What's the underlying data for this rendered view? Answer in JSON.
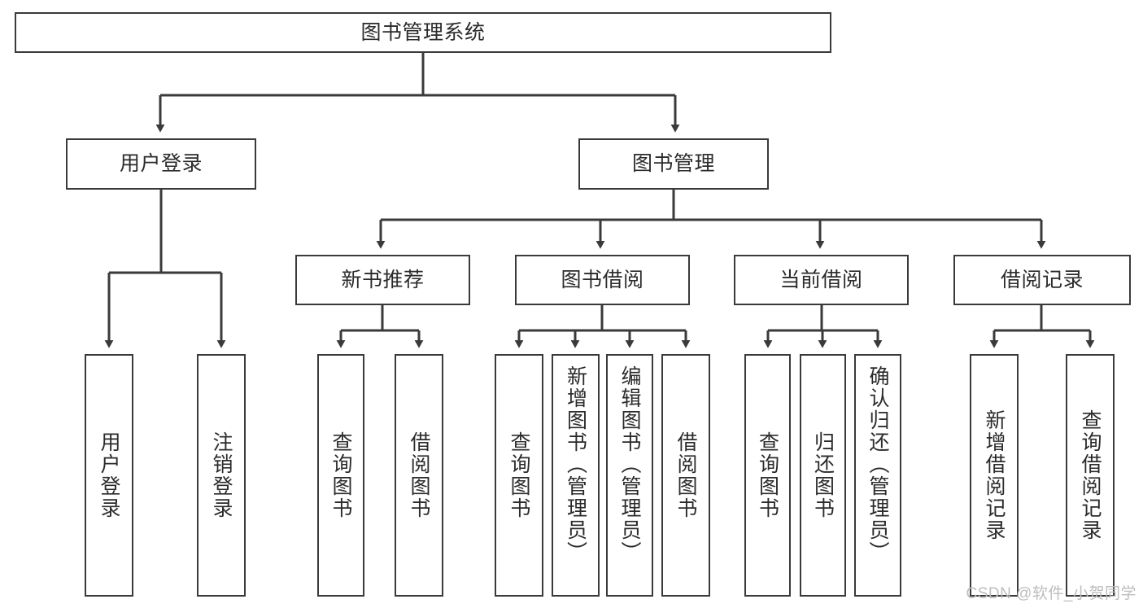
{
  "diagram": {
    "title": "图书管理系统",
    "type": "功能结构图",
    "watermark": "CSDN @软件_小贺同学",
    "colors": {
      "stroke": "#3a3a3a",
      "text": "#2b2b2b",
      "background": "#ffffff",
      "watermark": "#bdbdbd"
    },
    "nodes": {
      "root": {
        "label": "图书管理系统"
      },
      "level2": [
        {
          "label": "用户登录"
        },
        {
          "label": "图书管理"
        }
      ],
      "level3": [
        {
          "label": "新书推荐"
        },
        {
          "label": "图书借阅"
        },
        {
          "label": "当前借阅"
        },
        {
          "label": "借阅记录"
        }
      ],
      "leaves": {
        "user_login": [
          {
            "label": "用户登录"
          },
          {
            "label": "注销登录"
          }
        ],
        "new_book_recommend": [
          {
            "label": "查询图书"
          },
          {
            "label": "借阅图书"
          }
        ],
        "book_borrow": [
          {
            "label": "查询图书"
          },
          {
            "label": "新增图书（管理员）"
          },
          {
            "label": "编辑图书（管理员）"
          },
          {
            "label": "借阅图书"
          }
        ],
        "current_borrow": [
          {
            "label": "查询图书"
          },
          {
            "label": "归还图书"
          },
          {
            "label": "确认归还（管理员）"
          }
        ],
        "borrow_record": [
          {
            "label": "新增借阅记录"
          },
          {
            "label": "查询借阅记录"
          }
        ]
      }
    }
  }
}
